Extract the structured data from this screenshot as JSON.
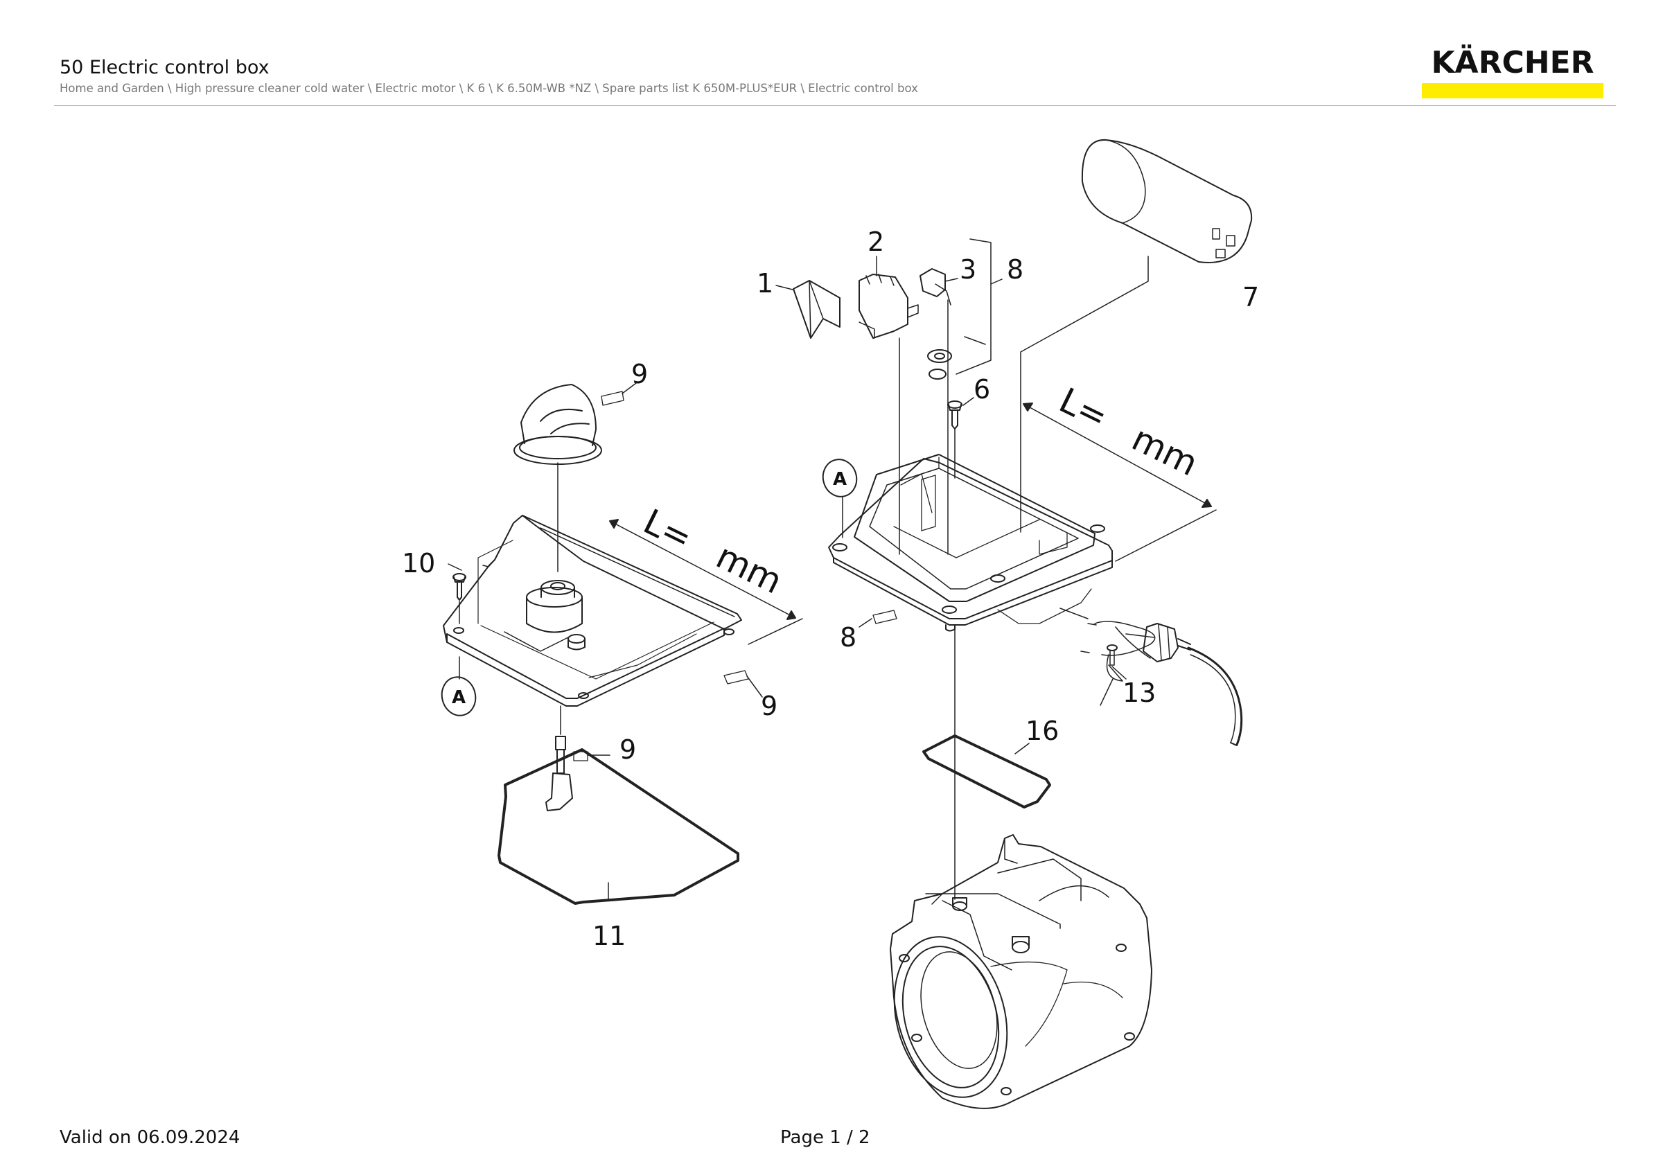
{
  "header": {
    "title": "50 Electric control box",
    "breadcrumb": "Home and Garden \\ High pressure cleaner cold water \\ Electric motor \\ K 6 \\ K 6.50M-WB *NZ \\ Spare parts list K 650M-PLUS*EUR \\ Electric control box",
    "brand": "KÄRCHER",
    "brand_bar_color": "#ffed00"
  },
  "diagram": {
    "callouts": [
      "1",
      "2",
      "3",
      "8",
      "7",
      "9",
      "6",
      "10",
      "9",
      "9",
      "8",
      "13",
      "16",
      "11"
    ],
    "length_labels": {
      "left": {
        "l": "L=",
        "mm": "mm"
      },
      "right": {
        "l": "L=",
        "mm": "mm"
      }
    },
    "section_marker": "A"
  },
  "footer": {
    "valid": "Valid on 06.09.2024",
    "page": "Page 1 / 2"
  }
}
